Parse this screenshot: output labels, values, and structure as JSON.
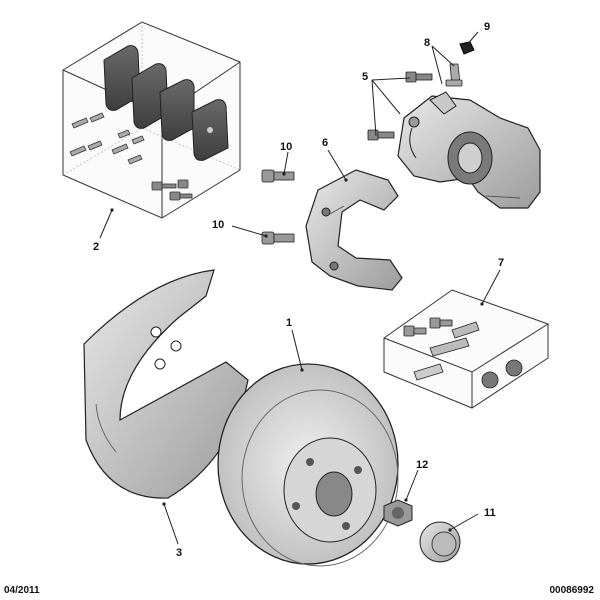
{
  "callouts": {
    "c1": "1",
    "c2": "2",
    "c3": "3",
    "c5": "5",
    "c6": "6",
    "c7": "7",
    "c8": "8",
    "c9": "9",
    "c10a": "10",
    "c10b": "10",
    "c11": "11",
    "c12": "12"
  },
  "footer": {
    "date": "04/2011",
    "ref": "00086992"
  },
  "colors": {
    "line": "#222222",
    "part_fill": "#d9d9d9",
    "part_dark": "#9a9a9a",
    "box_edge": "#333333"
  }
}
